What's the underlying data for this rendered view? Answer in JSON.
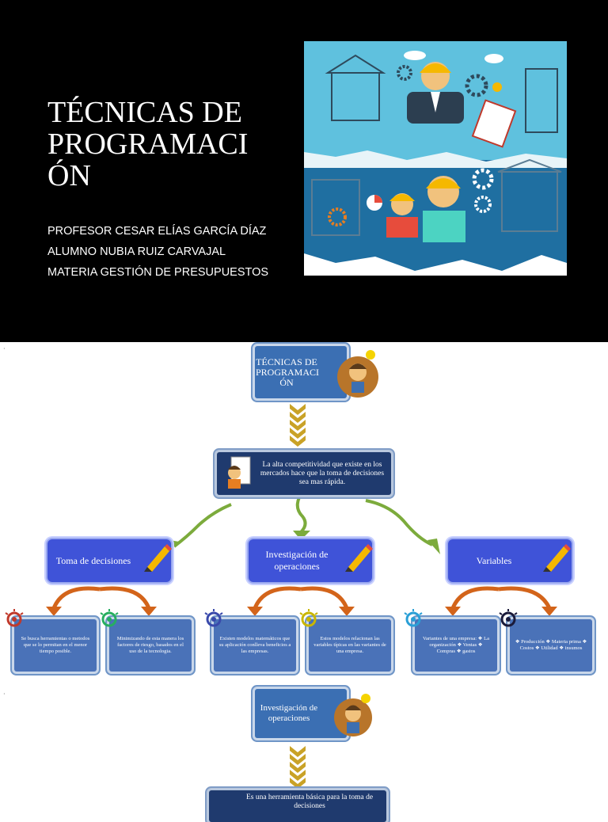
{
  "slide": {
    "title": "TÉCNICAS DE PROGRAMACI ÓN",
    "professor": "PROFESOR CESAR ELÍAS GARCÍA DÍAZ",
    "student": "ALUMNO NUBIA RUIZ CARVAJAL",
    "subject": "MATERIA GESTIÓN DE PRESUPUESTOS"
  },
  "diagram": {
    "root": "TÉCNICAS DE PROGRAMACI ÓN",
    "intro": "La alta competitividad que existe en los mercados hace que la toma de decisiones sea mas rápida.",
    "branches": [
      {
        "label": "Toma de decisiones",
        "leaves": [
          "Se busca herramientas o metodos que se lo permitan en el menor tiempo posible.",
          "Minimizando de esta manera los factores de riesgo, basados en el uso de la tecnologia."
        ]
      },
      {
        "label": "Investigación de operaciones",
        "leaves": [
          "Existen modelos matemáticos que su aplicación conlleva beneficios a las empresas.",
          "Estos modelos relacionan las variables típicas en las variantes de una empresa."
        ]
      },
      {
        "label": "Variables",
        "leaves": [
          "Variantes de una empresa: ❖ La organización ❖ Ventas ❖ Compras ❖ gastos",
          "❖ Producción ❖ Materia prima ❖ Costos ❖ Utilidad ❖ insumos"
        ]
      }
    ],
    "second_root": "Investigación de operaciones",
    "second_intro": "Es una herramienta básica para la toma de decisiones"
  },
  "colors": {
    "slide_bg": "#000000",
    "box_blue": "#3b6fb3",
    "box_dark": "#1f3a6e",
    "box_bright": "#3f53d8",
    "chevron": "#c9a227",
    "arrow_green": "#7cab3c",
    "arrow_orange": "#d3641a"
  },
  "icons": [
    "character-icon",
    "pencil-icon",
    "lightbulb-icon",
    "chevron-down-icon",
    "illustration-image"
  ]
}
